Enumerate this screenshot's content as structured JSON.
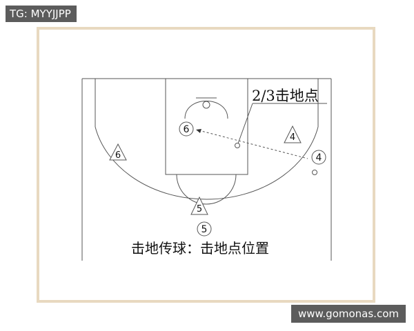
{
  "overlay": {
    "tag_text": "TG: MYYJJPP",
    "site_text": "www.gomonas.com"
  },
  "diagram": {
    "annotation": "2/3击地点",
    "caption": "击地传球：击地点位置",
    "players": {
      "offense_left_wing": "6",
      "offense_high_post": "6",
      "offense_right_wing": "4",
      "offense_top": "5",
      "defense_right": "4",
      "defense_top": "5"
    }
  },
  "colors": {
    "frame": "#e8d9c0",
    "lines": "#555555",
    "background": "#ffffff"
  }
}
